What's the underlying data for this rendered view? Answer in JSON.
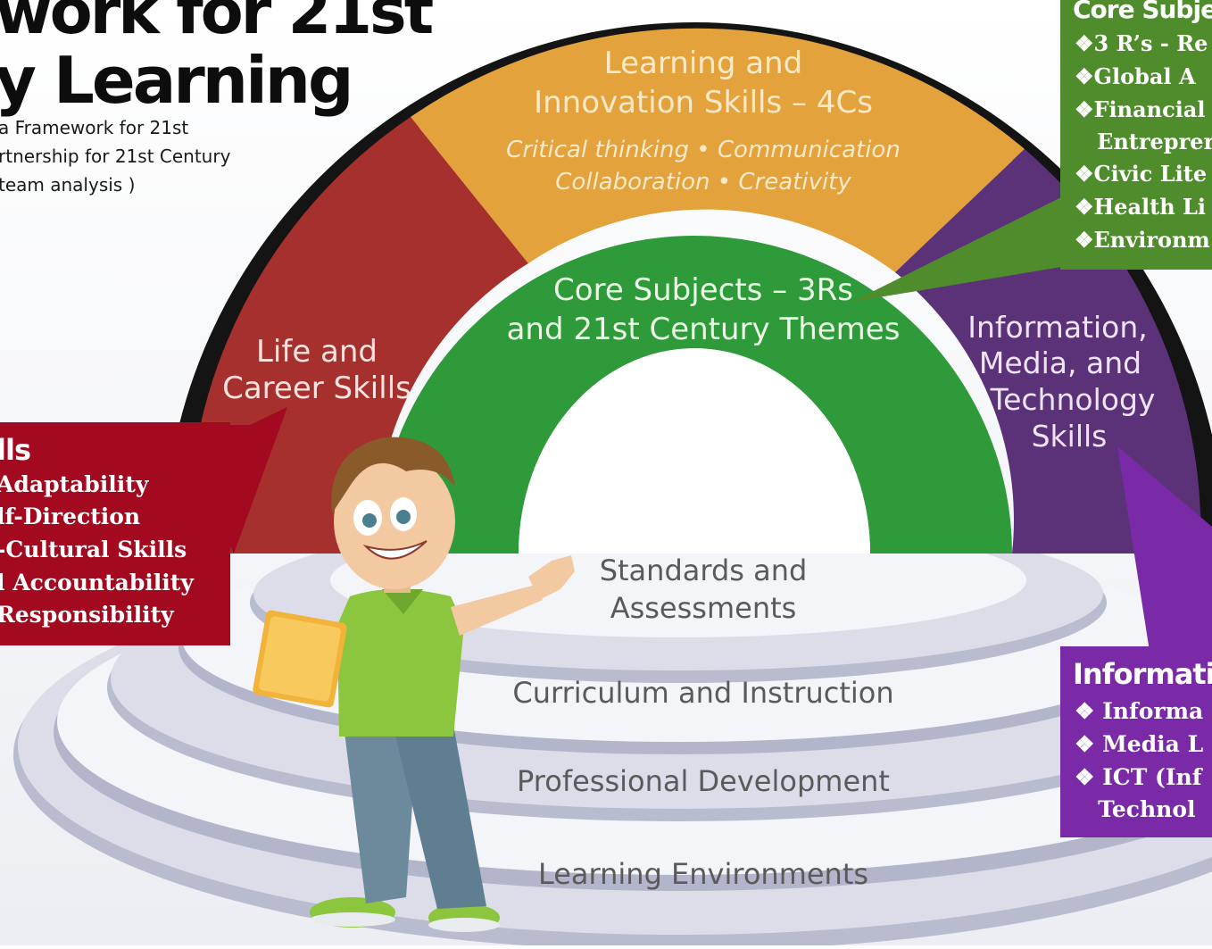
{
  "header": {
    "title_line1": "work for 21st",
    "title_line2": "y Learning",
    "sub_line1": "a Framework for 21st",
    "sub_line2": "rtnership for 21st Century",
    "sub_line3": "team analysis )"
  },
  "arch": {
    "learning_innovation_title1": "Learning and",
    "learning_innovation_title2": "Innovation Skills – 4Cs",
    "learning_innovation_sub1": "Critical thinking • Communication",
    "learning_innovation_sub2": "Collaboration • Creativity",
    "life_career1": "Life and",
    "life_career2": "Career Skills",
    "core1": "Core Subjects – 3Rs",
    "core2": "and 21st Century Themes",
    "info1": "Information,",
    "info2": "Media, and",
    "info3": "Technology",
    "info4": "Skills"
  },
  "rings": {
    "standards1": "Standards and",
    "standards2": "Assessments",
    "curriculum": "Curriculum and Instruction",
    "professional": "Professional Development",
    "environments": "Learning Environments"
  },
  "callouts": {
    "core": {
      "heading": "Core Subje",
      "items": [
        "❖3 R’s - Re",
        "❖Global A",
        "❖Financial",
        "   Entreprer",
        "❖Civic Lite",
        "❖Health Li",
        "❖Environm"
      ]
    },
    "life": {
      "heading": "lls",
      "items": [
        "Adaptability",
        "lf-Direction",
        "-Cultural Skills",
        "l Accountability",
        "Responsibility"
      ]
    },
    "info": {
      "heading": "Informatio",
      "items": [
        "❖ Informa",
        "❖ Media L",
        "❖ ICT (Inf",
        "   Technol"
      ]
    }
  },
  "colors": {
    "red": "#a5302e",
    "orange": "#e4a23c",
    "purple": "#5b3278",
    "green": "#2e9a3a",
    "callout_green": "#4f8c2c",
    "callout_red": "#a3091f",
    "callout_purple": "#7a2aa6",
    "ring": "#d4d5e3",
    "ring_text": "#5a5a5a"
  }
}
